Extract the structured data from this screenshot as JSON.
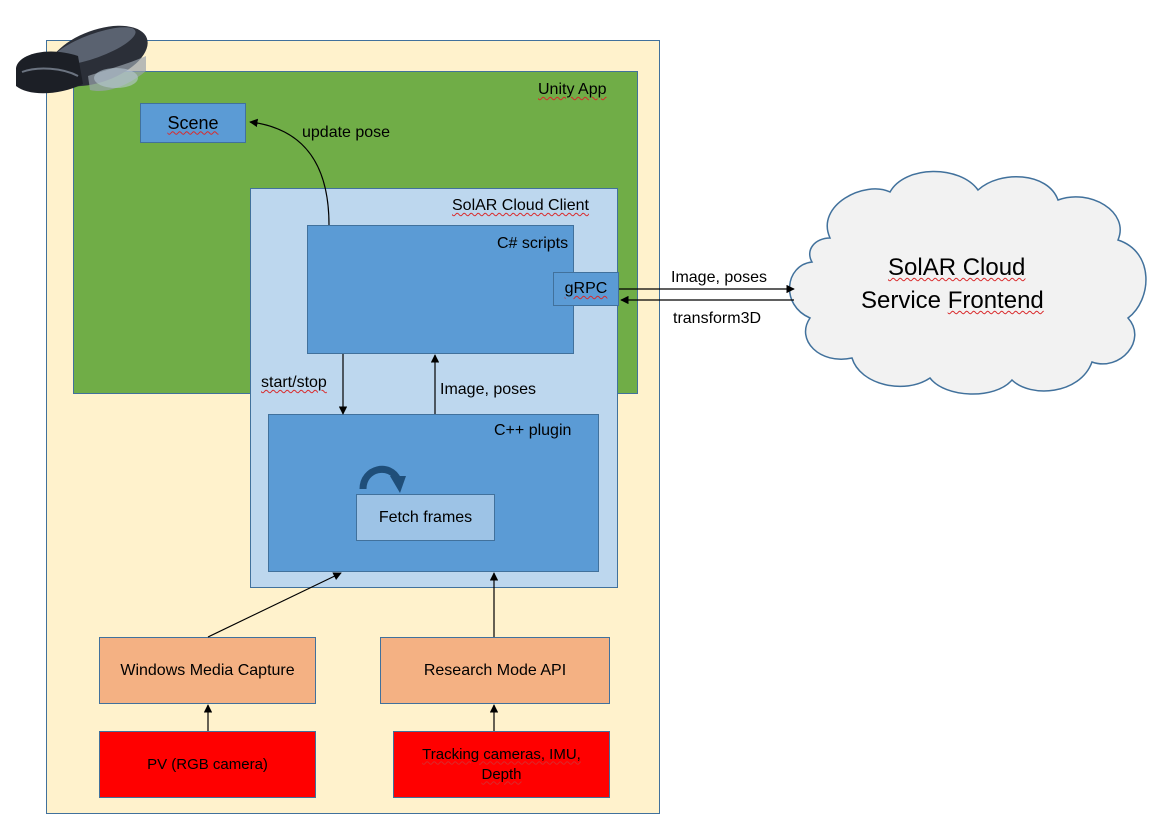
{
  "labels": {
    "unity_app": "Unity App",
    "scene": "Scene",
    "update_pose": "update pose",
    "solar_cloud_client": "SolAR Cloud Client",
    "csharp_scripts": "C# scripts",
    "grpc": "gRPC",
    "start_stop": "start/stop",
    "image_poses_inner": "Image, poses",
    "cpp_plugin": "C++ plugin",
    "fetch_frames": "Fetch frames",
    "windows_media_capture": "Windows Media Capture",
    "research_mode_api": "Research Mode API",
    "pv_camera": "PV (RGB camera)",
    "tracking_line1": "Tracking cameras, IMU,",
    "tracking_line2": "Depth",
    "image_poses_outer": "Image, poses",
    "transform3d": "transform3D",
    "cloud_line1": "SolAR Cloud",
    "cloud_line2_a": "Service",
    "cloud_line2_b": "Frontend"
  },
  "icons": {
    "headset": "hololens-headset-icon",
    "loop": "refresh-loop-icon"
  },
  "colors": {
    "outer_bg": "#fff2cc",
    "unity_bg": "#70ad47",
    "client_bg": "#bdd7ee",
    "module_bg": "#5b9bd5",
    "fetch_bg": "#9dc3e6",
    "api_bg": "#f4b183",
    "sensor_bg": "#ff0000",
    "border": "#41719c",
    "cloud_fill": "#f2f2f2"
  }
}
